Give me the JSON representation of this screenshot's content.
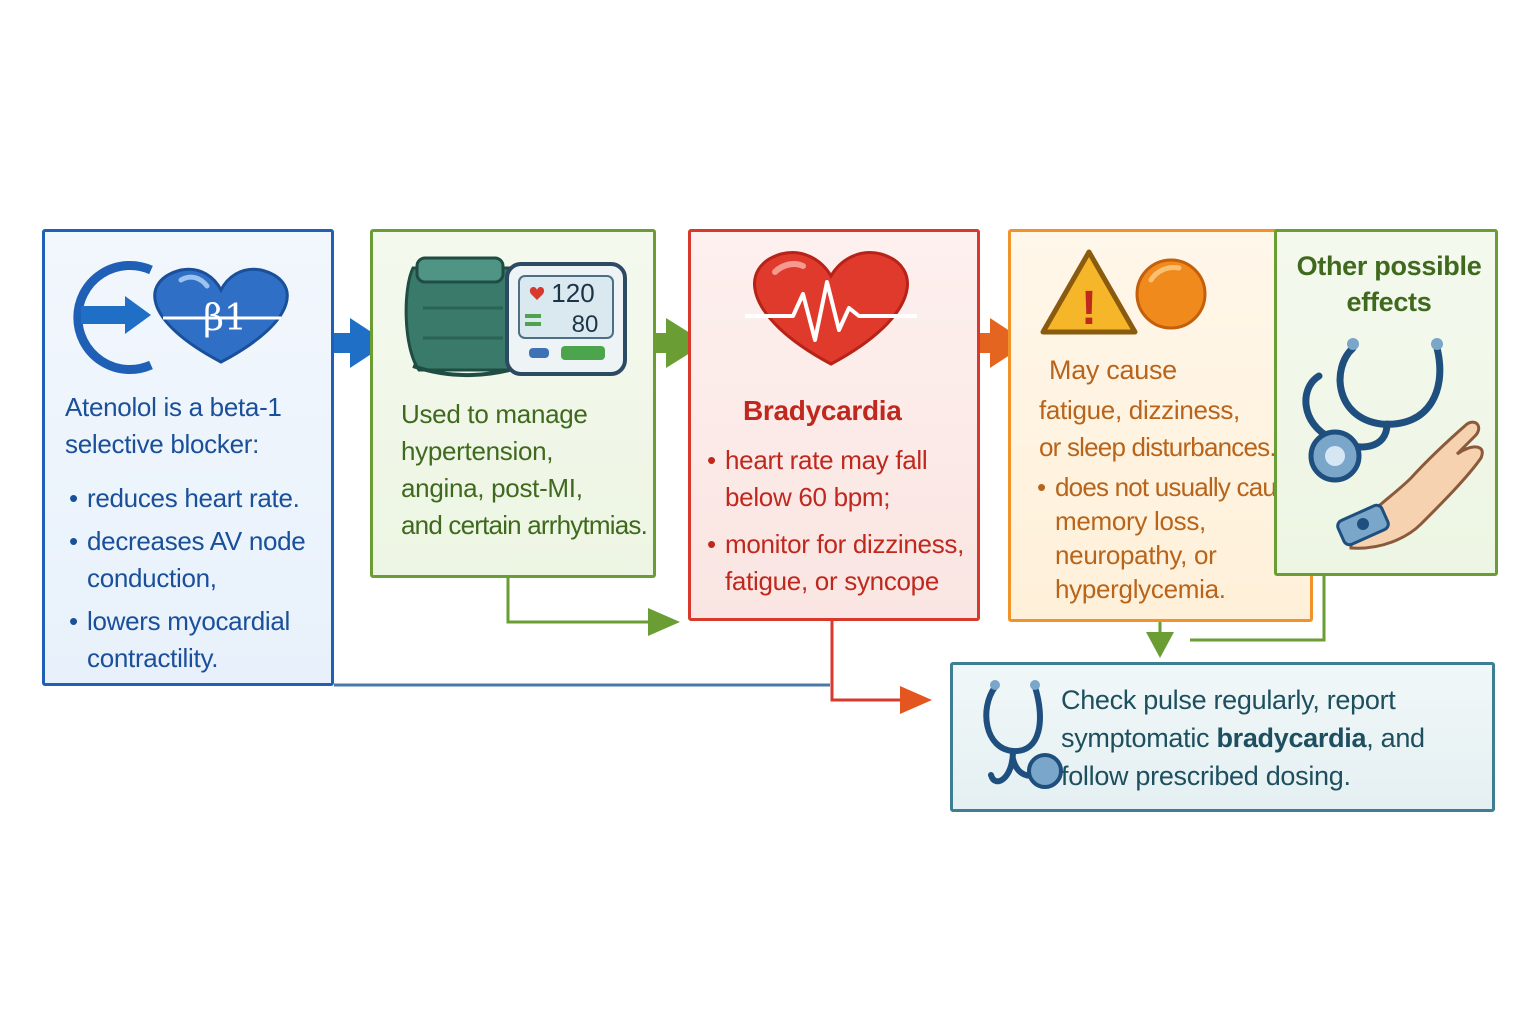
{
  "panel1": {
    "icon_label": "β1",
    "title_lines": [
      "Atenolol is a beta-1",
      "selective blocker:"
    ],
    "bullets": [
      [
        "reduces heart rate."
      ],
      [
        "decreases AV node",
        "conduction,"
      ],
      [
        "lowers myocardial",
        "contractility."
      ]
    ]
  },
  "panel2": {
    "monitor_systolic": "120",
    "monitor_diastolic": "80",
    "lines": [
      "Used to manage",
      "hypertension,",
      "angina, post-MI,",
      "and certain arrhytmias."
    ]
  },
  "panel3": {
    "title": "Bradycardia",
    "bullets": [
      [
        "heart rate may fall",
        "below 60 bpm;"
      ],
      [
        "monitor for dizziness,",
        "fatigue, or syncope"
      ]
    ]
  },
  "panel4": {
    "warning_mark": "!",
    "title": "May cause",
    "lines": [
      "fatigue, dizziness,",
      "or sleep disturbances."
    ],
    "bullet_lines": [
      "does not usually cause",
      "memory loss,",
      "neuropathy, or",
      "hyperglycemia."
    ]
  },
  "panel5": {
    "title_lines": [
      "Other possible",
      "effects"
    ]
  },
  "panel6": {
    "line1": "Check pulse regularly, report",
    "line2_before": "symptomatic ",
    "line2_bold": "bradycardia",
    "line2_after": ", and",
    "line3": "follow prescribed dosing."
  },
  "colors": {
    "blue": "#1f5fb5",
    "green": "#6a9e35",
    "red": "#d73a2c",
    "orange": "#f0932a",
    "teal": "#3d7e93"
  }
}
